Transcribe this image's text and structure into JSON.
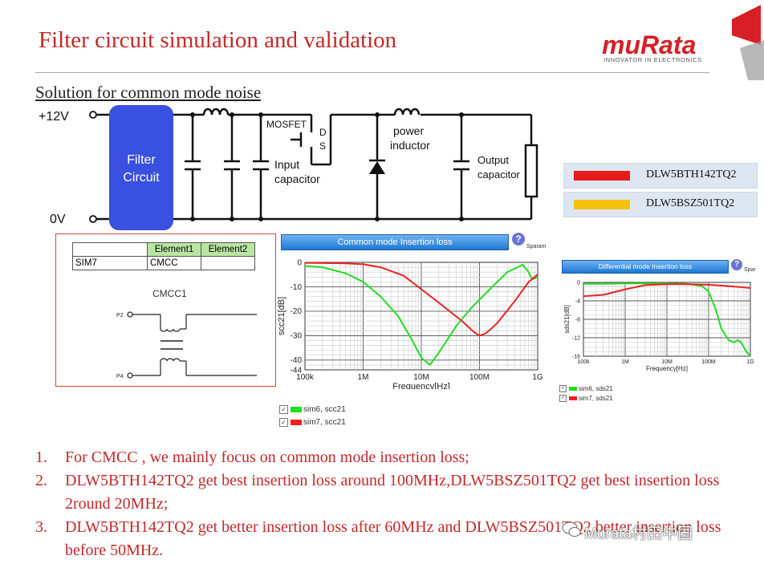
{
  "slide": {
    "title": "Filter circuit simulation and validation",
    "logo": "muRata",
    "logo_tagline": "INNOVATOR IN ELECTRONICS",
    "section_heading": "Solution for  common mode noise"
  },
  "circuit": {
    "vin_label": "+12V",
    "gnd_label": "0V",
    "filter_label_1": "Filter",
    "filter_label_2": "Circuit",
    "mosfet_label": "MOSFET",
    "mosfet_d": "D",
    "mosfet_s": "S",
    "input_cap_1": "Input",
    "input_cap_2": "capacitor",
    "inductor_1": "power",
    "inductor_2": "inductor",
    "output_cap_1": "Output",
    "output_cap_2": "capacitor",
    "colors": {
      "filter_block": "#3a50e0",
      "wire": "#111111"
    }
  },
  "legend": [
    {
      "part": "DLW5BTH142TQ2",
      "color": "#e81b1b"
    },
    {
      "part": "DLW5BSZ501TQ2",
      "color": "#f5c211"
    }
  ],
  "element_table": {
    "headers": [
      "",
      "Element1",
      "Element2"
    ],
    "row": [
      "SIM7",
      "CMCC",
      ""
    ]
  },
  "schematic": {
    "label": "CMCC1",
    "pin_p2": "P2",
    "pin_p4": "P4"
  },
  "chart_data": [
    {
      "type": "line",
      "title": "Common mode Insertion loss",
      "title_suffix": "Sparam",
      "help": "?",
      "xlabel": "Frequency[Hz]",
      "ylabel": "scc21[dB]",
      "x_scale": "log",
      "xlim": [
        100000,
        1000000000
      ],
      "ylim": [
        -44,
        0
      ],
      "x_ticks": [
        100000,
        1000000,
        10000000,
        100000000,
        1000000000
      ],
      "x_tick_labels": [
        "100k",
        "1M",
        "10M",
        "100M",
        "1G"
      ],
      "y_ticks": [
        0,
        -10,
        -20,
        -30,
        -40,
        -44
      ],
      "y_tick_labels": [
        "0",
        "-10",
        "-20",
        "-30",
        "-40",
        "-44"
      ],
      "grid": true,
      "series": [
        {
          "name": "sim6, scc21",
          "color": "#22dd22",
          "x": [
            100000,
            200000,
            500000,
            1000000,
            2000000,
            4000000,
            7000000,
            10000000,
            14000000,
            20000000,
            40000000,
            70000000,
            150000000,
            300000000,
            550000000,
            700000000,
            800000000,
            1000000000
          ],
          "y": [
            -1.5,
            -2,
            -4.5,
            -8,
            -14,
            -22,
            -32,
            -39,
            -42,
            -37,
            -26,
            -19,
            -11,
            -4,
            -1,
            -4,
            -7,
            -6
          ]
        },
        {
          "name": "sim7, scc21",
          "color": "#ee2222",
          "x": [
            100000,
            500000,
            1000000,
            2000000,
            5000000,
            10000000,
            20000000,
            50000000,
            80000000,
            100000000,
            130000000,
            200000000,
            400000000,
            700000000,
            1000000000
          ],
          "y": [
            -0.2,
            -0.4,
            -0.8,
            -2,
            -5.5,
            -11,
            -16.5,
            -24,
            -28.5,
            -30,
            -29,
            -25,
            -16,
            -8,
            -5
          ]
        }
      ]
    },
    {
      "type": "line",
      "title": "Differential mode Insertion loss",
      "title_suffix": "Spar",
      "help": "?",
      "xlabel": "Frequency[Hz]",
      "ylabel": "sds21[dB]",
      "x_scale": "log",
      "xlim": [
        100000,
        1000000000
      ],
      "ylim": [
        -16,
        0
      ],
      "x_ticks": [
        100000,
        1000000,
        10000000,
        100000000,
        1000000000
      ],
      "x_tick_labels": [
        "100k",
        "1M",
        "10M",
        "100M",
        "1G"
      ],
      "y_ticks": [
        0,
        -4,
        -8,
        -12,
        -16
      ],
      "y_tick_labels": [
        "0",
        "-4",
        "-8",
        "-12",
        "-16"
      ],
      "grid": true,
      "series": [
        {
          "name": "sim6, sds21",
          "color": "#22dd22",
          "x": [
            100000,
            300000,
            1000000,
            3000000,
            10000000,
            30000000,
            70000000,
            100000000,
            150000000,
            200000000,
            300000000,
            400000000,
            500000000,
            600000000,
            800000000,
            1000000000
          ],
          "y": [
            -0.3,
            -0.3,
            -0.2,
            -0.2,
            -0.2,
            -0.3,
            -0.8,
            -2,
            -6,
            -10,
            -12.5,
            -13,
            -12.5,
            -13,
            -15,
            -16
          ]
        },
        {
          "name": "sim7, sds21",
          "color": "#ee2222",
          "x": [
            100000,
            300000,
            1000000,
            3000000,
            10000000,
            30000000,
            100000000,
            300000000,
            1000000000
          ],
          "y": [
            -3,
            -2.7,
            -1.5,
            -0.6,
            -0.4,
            -0.4,
            -0.5,
            -0.8,
            -1.2
          ]
        }
      ]
    }
  ],
  "notes": [
    {
      "num": "1.",
      "text": "For CMCC , we mainly focus on common mode insertion loss;"
    },
    {
      "num": "2.",
      "text": "DLW5BTH142TQ2 get best insertion loss around 100MHz,DLW5BSZ501TQ2 get best insertion loss 2round 20MHz;"
    },
    {
      "num": "3.",
      "text": "DLW5BTH142TQ2 get better insertion loss after 60MHz and DLW5BSZ501TQ2 better insertion loss before 50MHz."
    }
  ],
  "watermark": "Murata村田中国"
}
